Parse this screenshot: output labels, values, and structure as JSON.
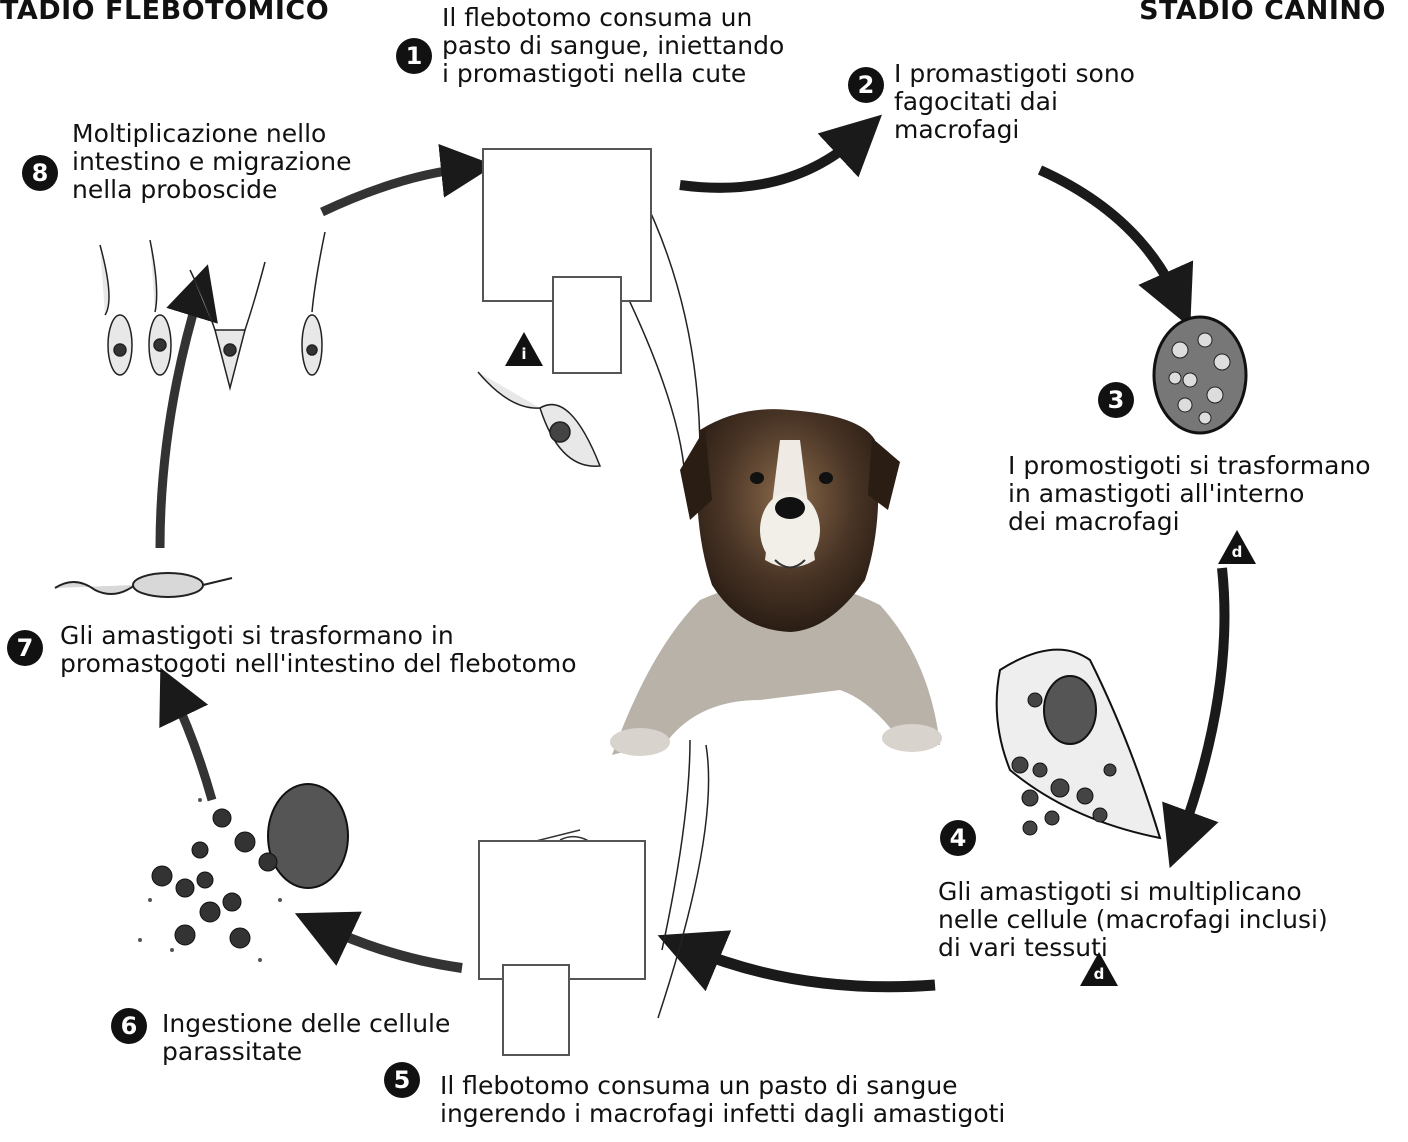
{
  "headers": {
    "left": "TADIO FLEBOTOMICO",
    "right": "STADIO CANINO"
  },
  "steps": [
    {
      "number": "1",
      "text": "Il flebotomo consuma un\npasto di sangue, iniettando\ni promastigoti nella cute"
    },
    {
      "number": "2",
      "text": "I promastigoti sono\nfagocitati dai\nmacrofagi"
    },
    {
      "number": "3",
      "text": "I promostigoti si trasformano\nin amastigoti all'interno\ndei macrofagi"
    },
    {
      "number": "4",
      "text": "Gli amastigoti si multiplicano\nnelle cellule (macrofagi inclusi)\ndi vari tessuti"
    },
    {
      "number": "5",
      "text": "Il flebotomo consuma un pasto di sangue\ningerendo i macrofagi infetti dagli amastigoti"
    },
    {
      "number": "6",
      "text": "Ingestione delle cellule\nparassitate"
    },
    {
      "number": "7",
      "text": "Gli amastigoti si trasformano in\npromastogoti nell'intestino del flebotomo"
    },
    {
      "number": "8",
      "text": "Moltiplicazione nello\nintestino e migrazione\nnella proboscide"
    }
  ],
  "stage_markers": [
    {
      "letter": "i",
      "meaning": "infective stage"
    },
    {
      "letter": "d",
      "meaning": "diagnostic stage"
    },
    {
      "letter": "d",
      "meaning": "diagnostic stage"
    }
  ],
  "colors": {
    "arrow": "#1a1a1a",
    "marker": "#111111",
    "text": "#111111"
  },
  "icons": {
    "dog": "dog-illustration",
    "sandfly": "sandfly-illustration",
    "macrophage": "macrophage-cell-illustration",
    "promastigote": "promastigote-illustration",
    "amastigote": "amastigote-illustration"
  }
}
